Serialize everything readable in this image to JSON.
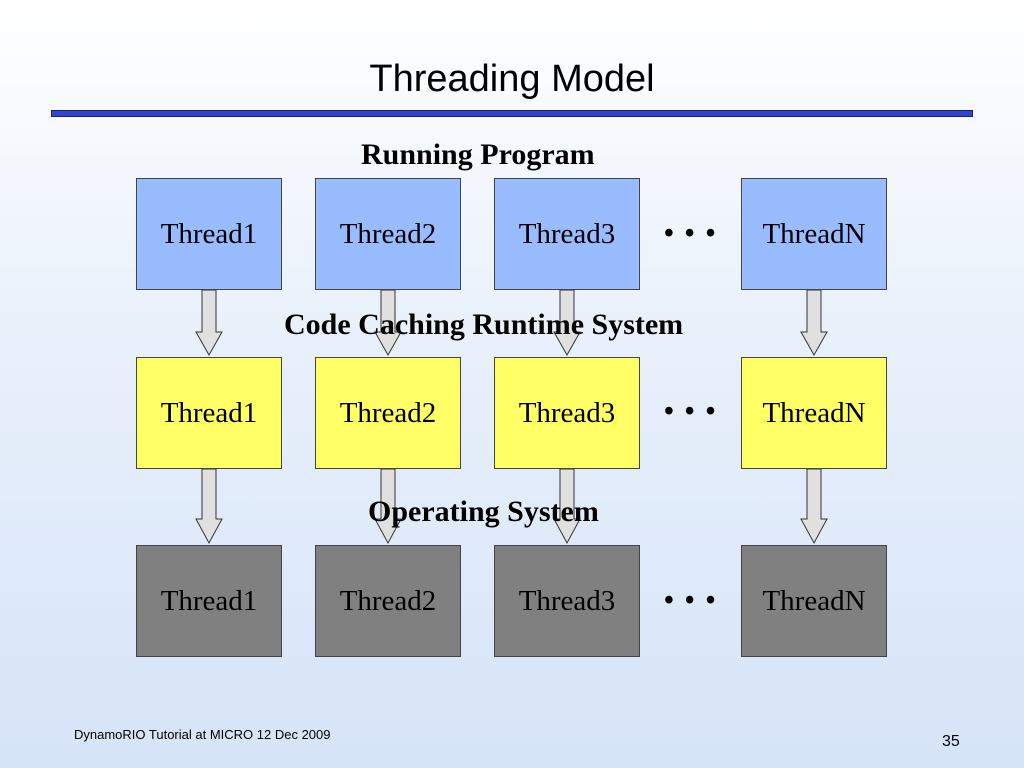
{
  "title": "Threading Model",
  "layers": [
    {
      "label": "Running Program",
      "color": "#99bbff",
      "threads": [
        "Thread1",
        "Thread2",
        "Thread3",
        "ThreadN"
      ],
      "ellipsis": "• • •"
    },
    {
      "label": "Code Caching Runtime System",
      "color": "#ffff66",
      "threads": [
        "Thread1",
        "Thread2",
        "Thread3",
        "ThreadN"
      ],
      "ellipsis": "• • •"
    },
    {
      "label": "Operating System",
      "color": "#808080",
      "threads": [
        "Thread1",
        "Thread2",
        "Thread3",
        "ThreadN"
      ],
      "ellipsis": "• • •"
    }
  ],
  "footer": {
    "text": "DynamoRIO Tutorial at MICRO 12 Dec 2009",
    "page": "35"
  }
}
